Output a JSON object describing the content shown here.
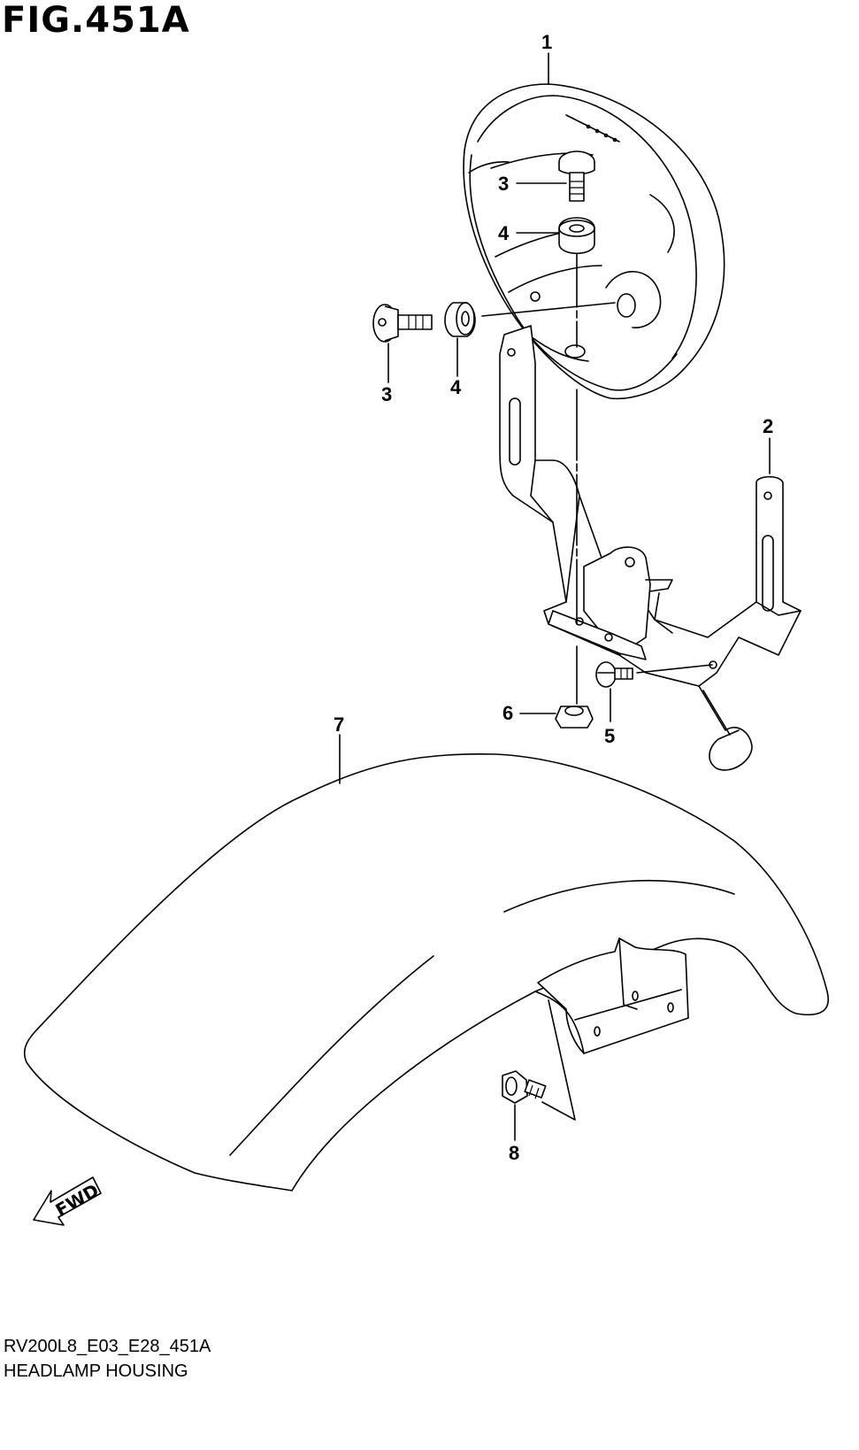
{
  "figure": {
    "title": "FIG.451A",
    "code": "RV200L8_E03_E28_451A",
    "caption": "HEADLAMP HOUSING"
  },
  "callouts": [
    {
      "id": "c1",
      "label": "1"
    },
    {
      "id": "c2",
      "label": "2"
    },
    {
      "id": "c3a",
      "label": "3"
    },
    {
      "id": "c3b",
      "label": "3"
    },
    {
      "id": "c4a",
      "label": "4"
    },
    {
      "id": "c4b",
      "label": "4"
    },
    {
      "id": "c5",
      "label": "5"
    },
    {
      "id": "c6",
      "label": "6"
    },
    {
      "id": "c7",
      "label": "7"
    },
    {
      "id": "c8",
      "label": "8"
    }
  ],
  "fwd": {
    "label": "FWD"
  }
}
